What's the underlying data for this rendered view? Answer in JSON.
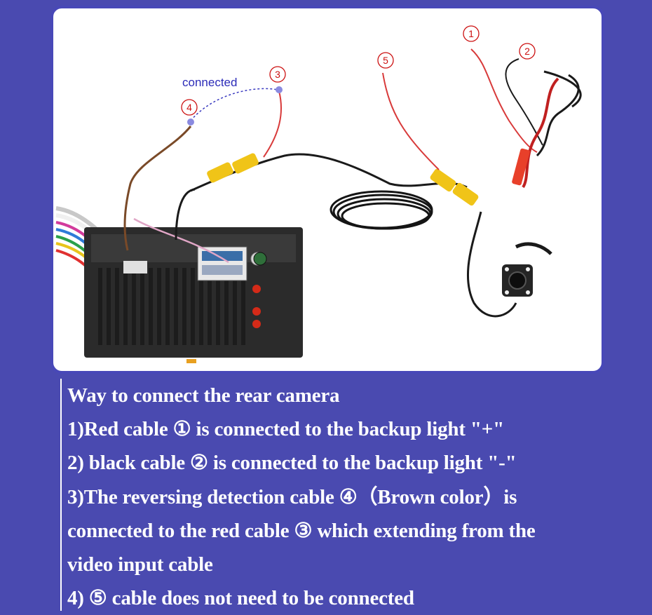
{
  "diagram": {
    "callouts": {
      "c1": "1",
      "c2": "2",
      "c3": "3",
      "c4": "4",
      "c5": "5"
    },
    "connected_label": "connected"
  },
  "instructions": {
    "lines": [
      "Way  to connect the rear camera",
      "1)Red cable ① is connected to the backup light \"+\"",
      "2) black cable ② is connected to the backup light \"-\"",
      "3)The reversing detection cable ④（Brown color）is",
      "connected to the red cable ③ which extending from the",
      "video input cable",
      "4) ⑤ cable does not need to be connected"
    ]
  }
}
